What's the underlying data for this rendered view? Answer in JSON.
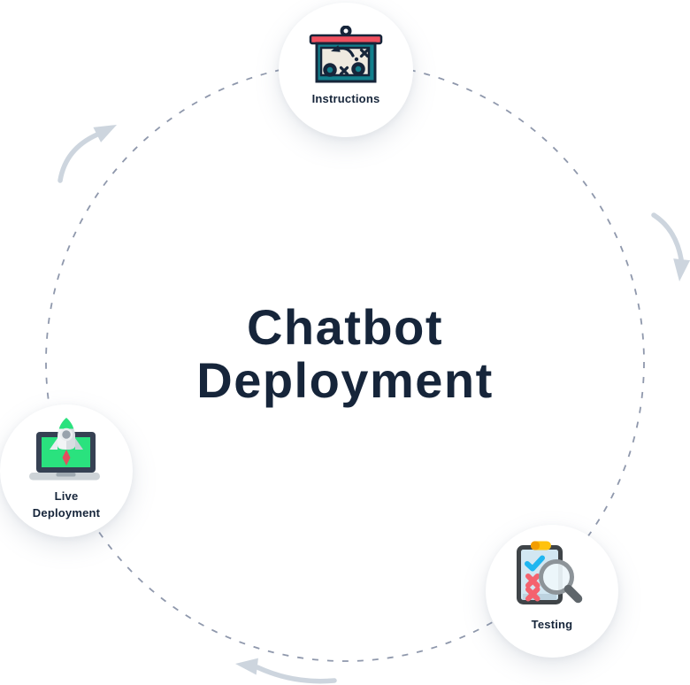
{
  "title": "Chatbot\nDeployment",
  "cycle": {
    "direction": "clockwise",
    "steps": [
      "Instructions",
      "Testing",
      "Live Deployment"
    ]
  },
  "nodes": {
    "instructions": {
      "label": "Instructions",
      "icon": "strategy-board-icon"
    },
    "testing": {
      "label": "Testing",
      "icon": "checklist-magnifier-icon"
    },
    "live_deployment": {
      "label": "Live\nDeployment",
      "icon": "laptop-rocket-icon"
    }
  },
  "colors": {
    "ink": "#16253a",
    "dash": "#8f98ac",
    "arrow": "#cdd5de",
    "node_bg": "#ffffff",
    "board_teal": "#12808d",
    "board_red": "#f0505f",
    "board_paper": "#efeae0",
    "laptop_slate": "#364153",
    "screen_green": "#2ae27e",
    "laptop_base": "#cdd3d7",
    "laptop_notch": "#9fa9b1",
    "rocket_white": "#f2f4f6",
    "rocket_shade": "#d8dde2",
    "rocket_window": "#98a2ac",
    "flame_red": "#e34f5e",
    "clip_orange": "#ffc20e",
    "clip_orange_dark": "#f29d00",
    "clipboard_border": "#3f4448",
    "clipboard_paper": "#d2e7f2",
    "clipboard_shade": "#bdd3e0",
    "check_blue": "#1fb6f0",
    "x_red": "#f4626e",
    "magnifier_ring": "#8d9499",
    "magnifier_handle": "#5f666b",
    "magnifier_glass": "#eef6fb"
  }
}
